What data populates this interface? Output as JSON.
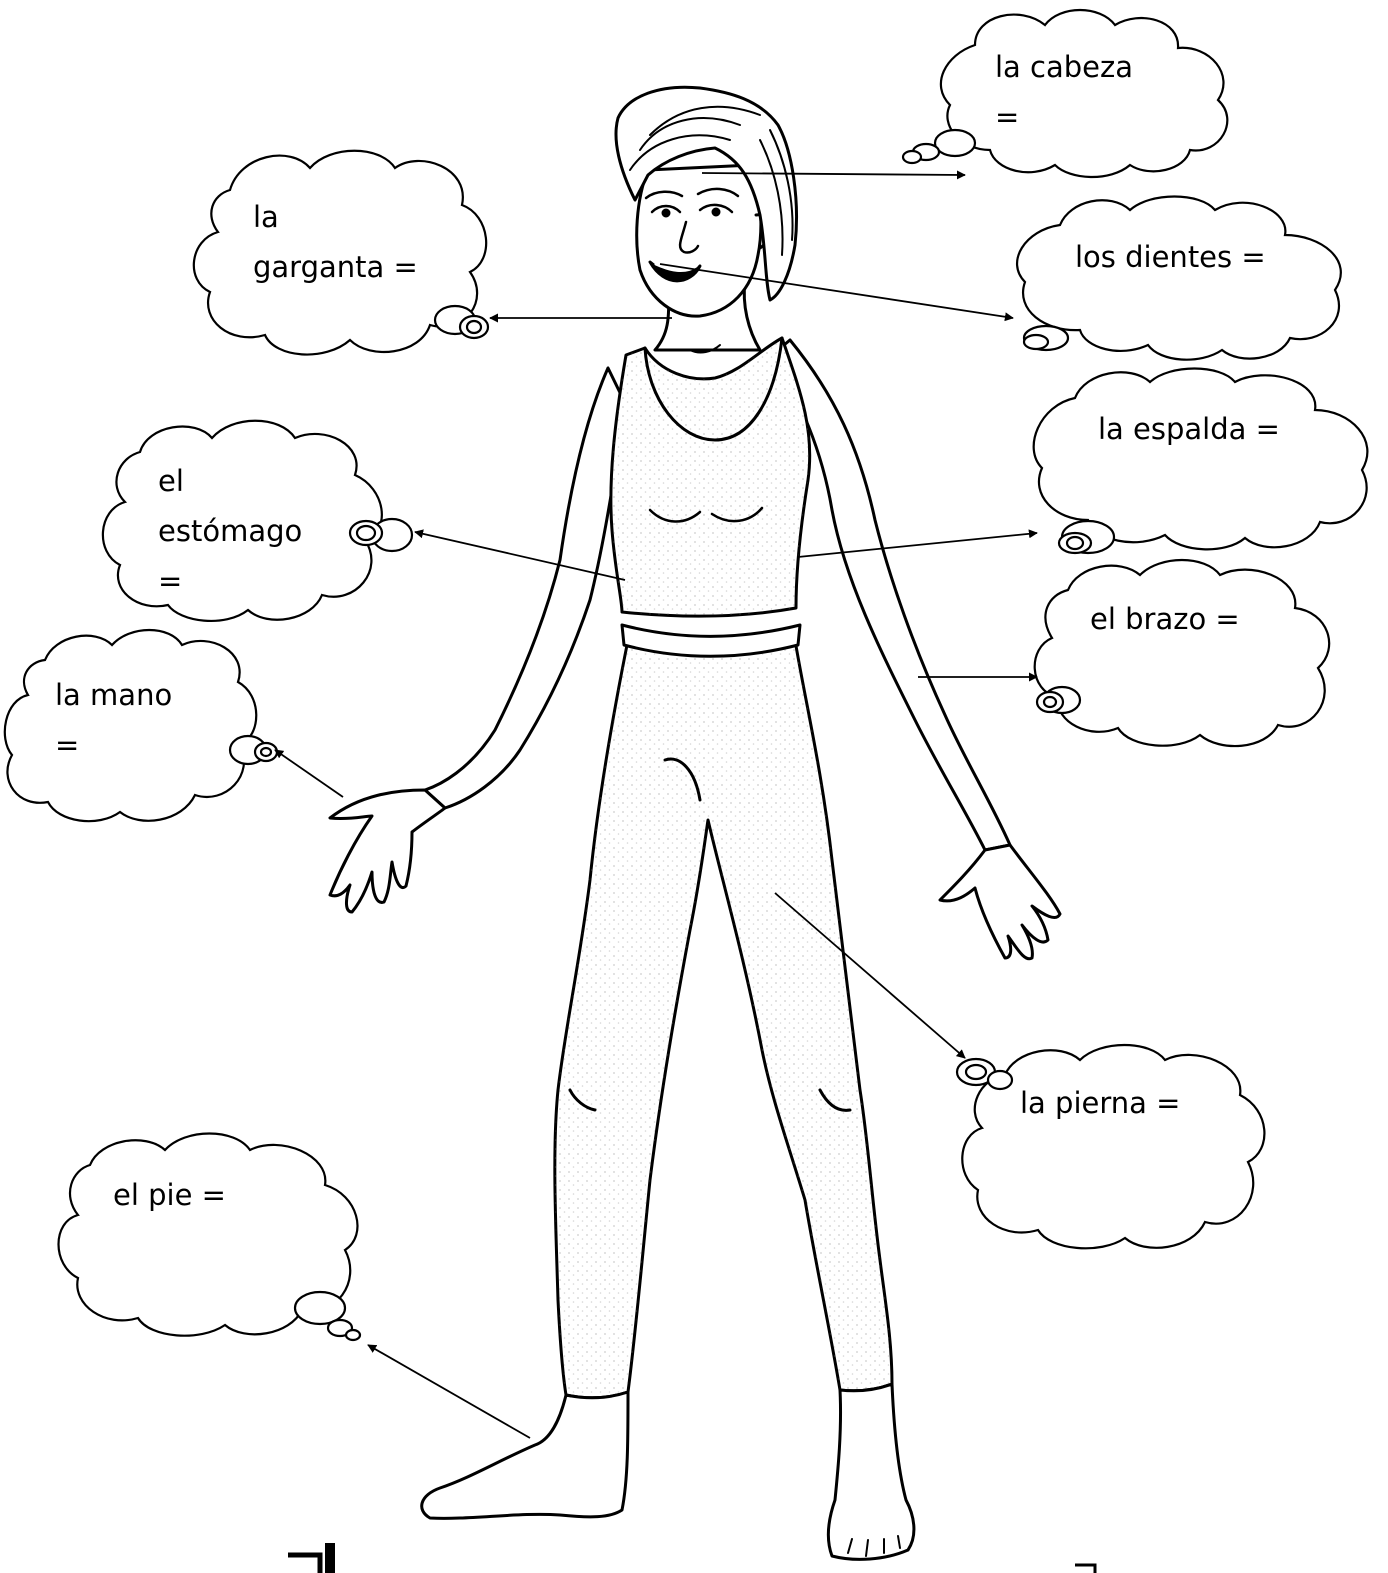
{
  "labels": {
    "cabeza": [
      "la cabeza",
      "="
    ],
    "garganta": [
      "la",
      "garganta ="
    ],
    "dientes": [
      "los dientes ="
    ],
    "espalda": [
      "la espalda ="
    ],
    "estomago": [
      "el",
      "estómago",
      "="
    ],
    "brazo": [
      "el brazo ="
    ],
    "mano": [
      "la mano",
      "="
    ],
    "pierna": [
      "la pierna ="
    ],
    "pie": [
      "el pie ="
    ]
  },
  "colors": {
    "ink": "#000000",
    "paper": "#ffffff",
    "shading": "#8a8a8a"
  }
}
